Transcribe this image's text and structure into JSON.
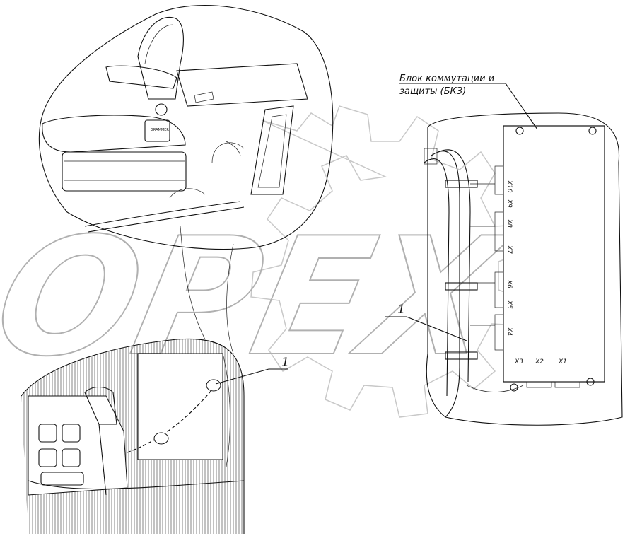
{
  "annotations": {
    "block_label_line1": "Блок коммутации и",
    "block_label_line2": "защиты (БКЗ)",
    "callout_1_left": "1",
    "callout_1_right": "1"
  },
  "connectors": {
    "vertical": [
      "X10",
      "X9",
      "X8",
      "X7",
      "X6",
      "X5",
      "X4"
    ],
    "horizontal": [
      "X3",
      "X2",
      "X1"
    ]
  },
  "seat_brand": "GRAMMER",
  "watermark": "OPEX"
}
